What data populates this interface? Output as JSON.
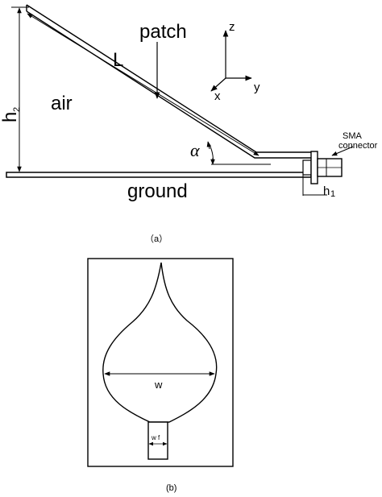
{
  "figure_a": {
    "labels": {
      "patch": "patch",
      "length": "L",
      "height2_main": "h",
      "height2_sub": "2",
      "air": "air",
      "angle": "α",
      "ground": "ground",
      "height1_main": "h",
      "height1_sub": "1",
      "sma_line1": "SMA",
      "sma_line2": "connector",
      "axis_z": "z",
      "axis_y": "y",
      "axis_x": "x"
    },
    "caption": "（a）"
  },
  "figure_b": {
    "labels": {
      "width": "w",
      "feed_width": "w f"
    },
    "caption": "(b)"
  }
}
